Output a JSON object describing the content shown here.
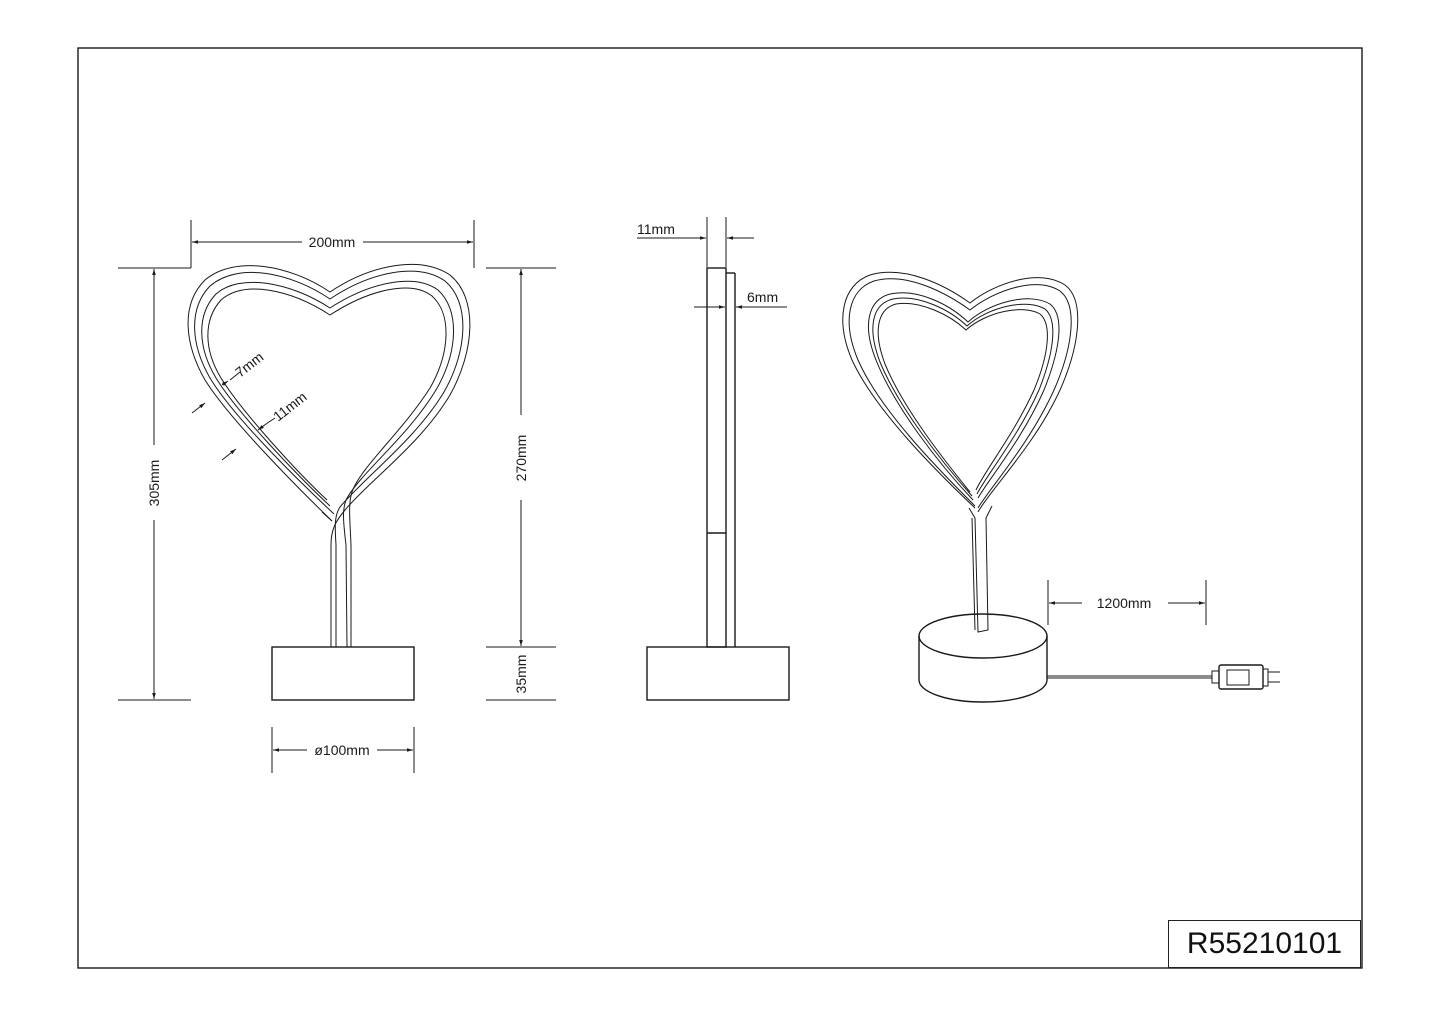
{
  "drawing": {
    "product_code": "R55210101",
    "views": {
      "front": {
        "width_label": "200mm",
        "total_height_label": "305mm",
        "heart_height_label": "270mm",
        "base_height_label": "35mm",
        "base_diameter_label": "ø100mm",
        "tube_inner_label": "7mm",
        "tube_outer_label": "11mm"
      },
      "side": {
        "depth_label": "11mm",
        "inner_depth_label": "6mm"
      },
      "perspective": {
        "cable_length_label": "1200mm"
      }
    },
    "colors": {
      "line": "#1a1a1a",
      "background": "#ffffff"
    }
  }
}
